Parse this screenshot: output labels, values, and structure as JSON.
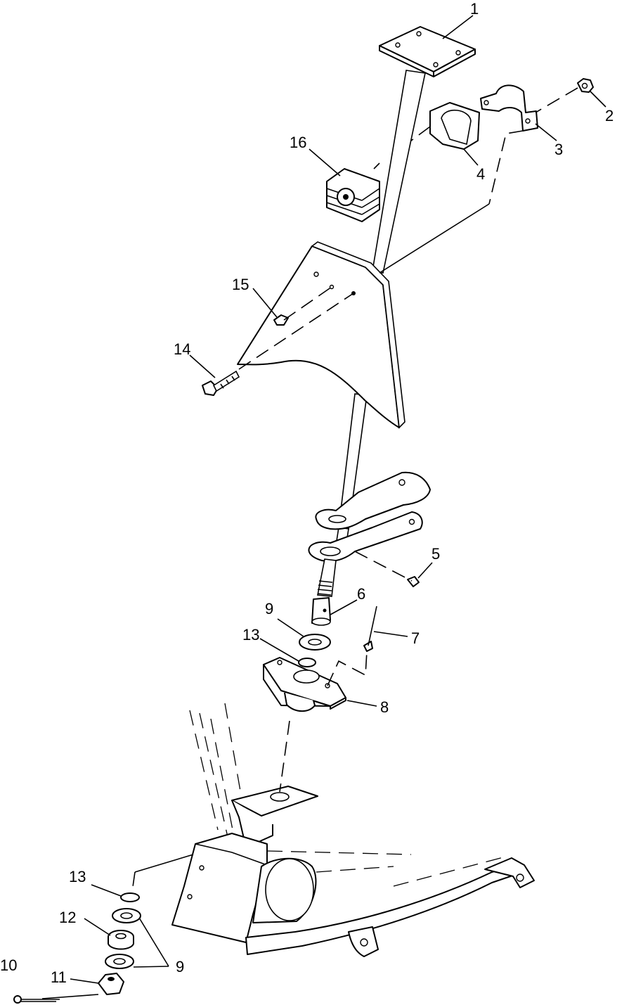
{
  "callouts": [
    {
      "id": "c1",
      "number": "1"
    },
    {
      "id": "c2",
      "number": "2"
    },
    {
      "id": "c3",
      "number": "3"
    },
    {
      "id": "c4",
      "number": "4"
    },
    {
      "id": "c5",
      "number": "5"
    },
    {
      "id": "c6",
      "number": "6"
    },
    {
      "id": "c7",
      "number": "7"
    },
    {
      "id": "c8",
      "number": "8"
    },
    {
      "id": "c9a",
      "number": "9"
    },
    {
      "id": "c9b",
      "number": "9"
    },
    {
      "id": "c10",
      "number": "10"
    },
    {
      "id": "c11",
      "number": "11"
    },
    {
      "id": "c12",
      "number": "12"
    },
    {
      "id": "c13a",
      "number": "13"
    },
    {
      "id": "c13b",
      "number": "13"
    },
    {
      "id": "c14",
      "number": "14"
    },
    {
      "id": "c15",
      "number": "15"
    },
    {
      "id": "c16",
      "number": "16"
    }
  ]
}
